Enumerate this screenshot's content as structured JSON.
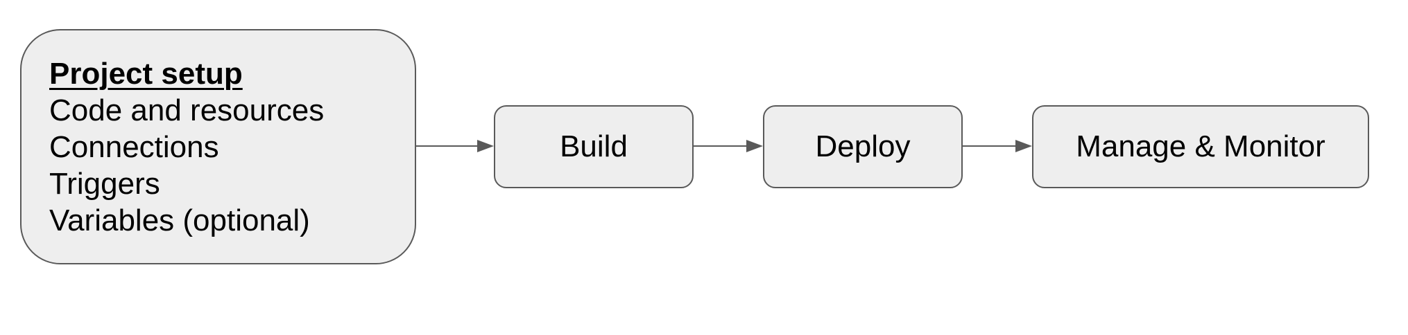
{
  "setup": {
    "title": "Project setup",
    "items": [
      "Code and resources",
      "Connections",
      "Triggers",
      "Variables (optional)"
    ]
  },
  "stages": {
    "build": "Build",
    "deploy": "Deploy",
    "manage": "Manage & Monitor"
  },
  "colors": {
    "box_fill": "#eeeeee",
    "stroke": "#595959"
  }
}
